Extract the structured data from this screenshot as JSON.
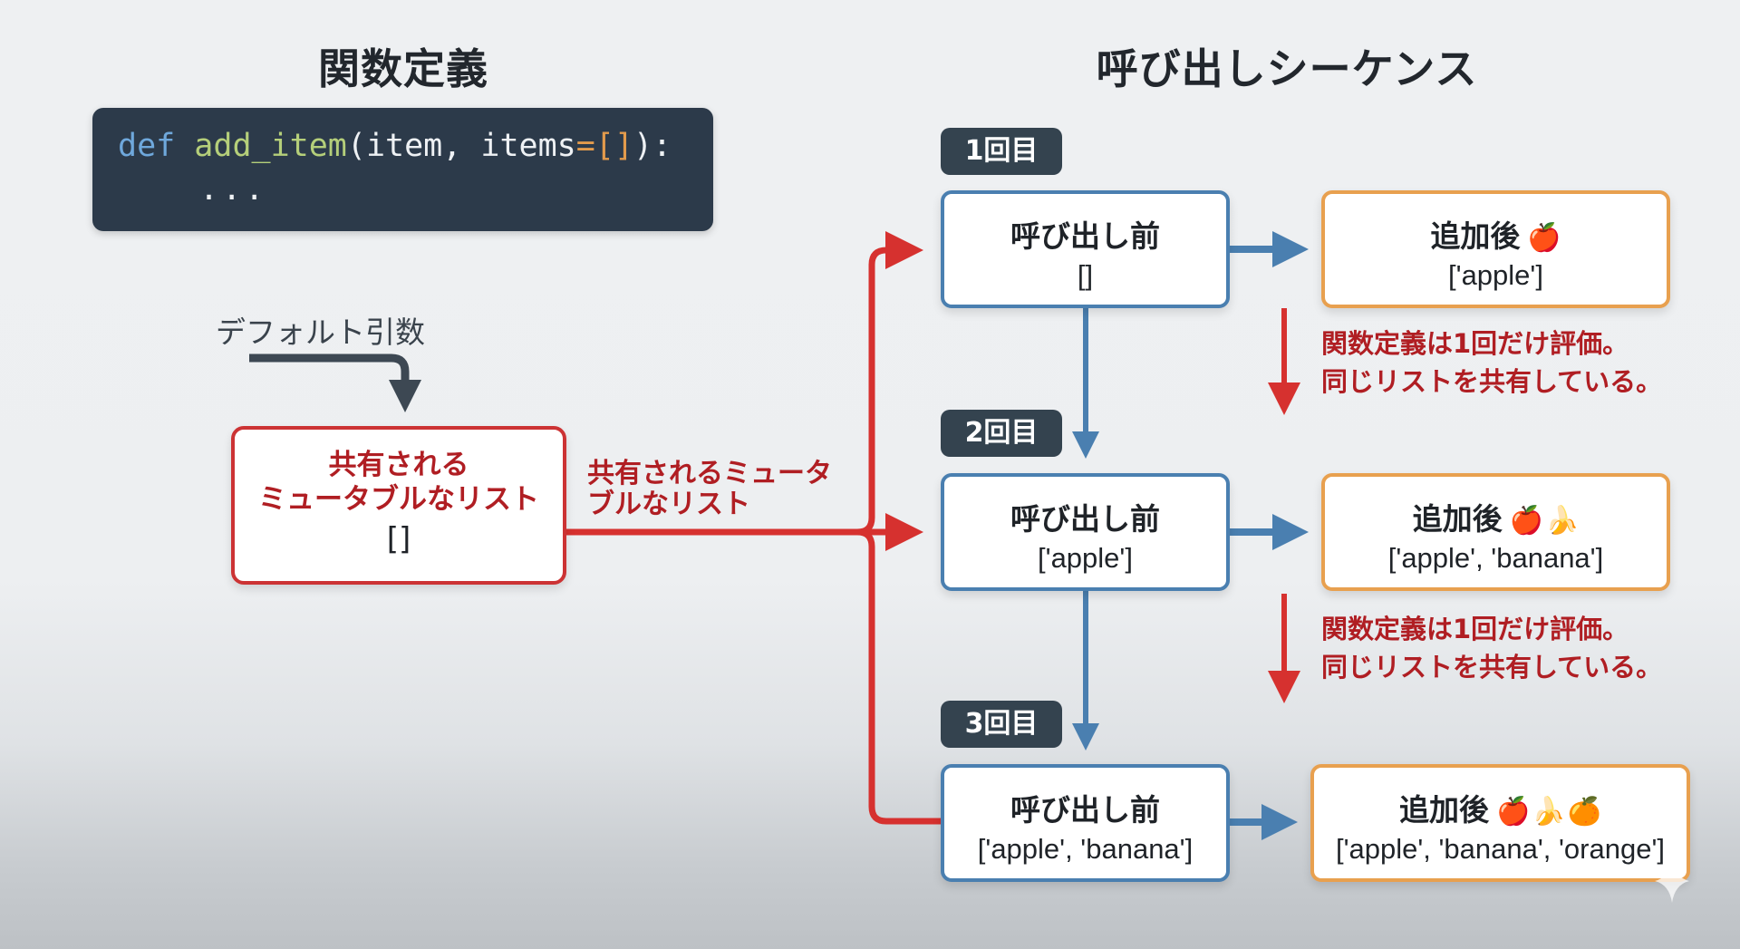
{
  "left_panel": {
    "title": "関数定義",
    "code": {
      "keyword": "def",
      "function_name": "add_item",
      "params_before": "(item, items",
      "equals": "=",
      "default": "[]",
      "params_after": "):",
      "body": "..."
    },
    "default_arg_label": "デフォルト引数",
    "shared_box": {
      "line1": "共有される",
      "line2": "ミュータブルなリスト",
      "value": "[]"
    },
    "connector_label": {
      "line1": "共有されるミュータ",
      "line2": "ブルなリスト"
    }
  },
  "right_panel": {
    "title": "呼び出しシーケンス",
    "calls": [
      {
        "badge": "1回目",
        "before_label": "呼び出し前",
        "before_value": "[]",
        "after_label": "追加後",
        "after_icons": [
          "🍎"
        ],
        "after_value": "['apple']"
      },
      {
        "badge": "2回目",
        "before_label": "呼び出し前",
        "before_value": "['apple']",
        "after_label": "追加後",
        "after_icons": [
          "🍎",
          "🍌"
        ],
        "after_value": "['apple', 'banana']"
      },
      {
        "badge": "3回目",
        "before_label": "呼び出し前",
        "before_value": "['apple', 'banana']",
        "after_label": "追加後",
        "after_icons": [
          "🍎",
          "🍌",
          "🍊"
        ],
        "after_value": "['apple', 'banana', 'orange']"
      }
    ],
    "notes": [
      {
        "line1": "関数定義は1回だけ評価。",
        "line2": "同じリストを共有している。"
      },
      {
        "line1": "関数定義は1回だけ評価。",
        "line2": "同じリストを共有している。"
      }
    ]
  },
  "colors": {
    "shared_red": "#cc3334",
    "before_blue": "#4a7fb0",
    "after_orange": "#e8a04f",
    "badge_dark": "#34434f",
    "code_bg": "#2c3a4a"
  }
}
